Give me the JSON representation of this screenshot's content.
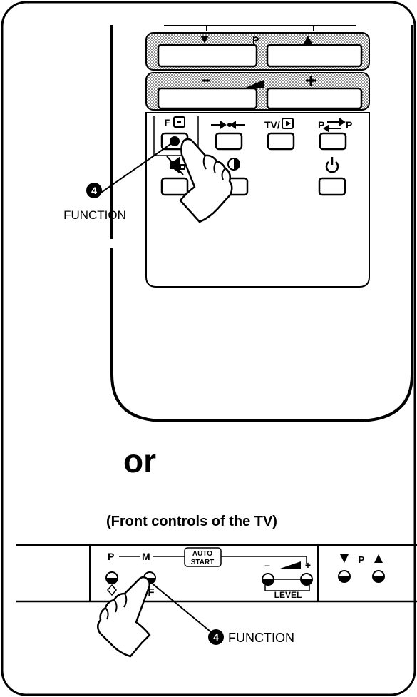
{
  "remote": {
    "program_label": "P",
    "function_key_label": "F",
    "tv_av_label": "TV/",
    "swap_label": "P",
    "swap_label_2": "P",
    "marker_number": "4",
    "function_label": "FUNCTION"
  },
  "separator": {
    "text": "or"
  },
  "front_panel": {
    "caption": "(Front controls of the TV)",
    "p_label": "P",
    "m_label": "M",
    "auto_line1": "AUTO",
    "auto_line2": "START",
    "f_label": "F",
    "minus_label": "–",
    "plus_label": "+",
    "level_label": "LEVEL",
    "program_label": "P",
    "marker_number": "4",
    "function_label": "FUNCTION"
  },
  "colors": {
    "ink": "#000000",
    "paper": "#ffffff"
  }
}
